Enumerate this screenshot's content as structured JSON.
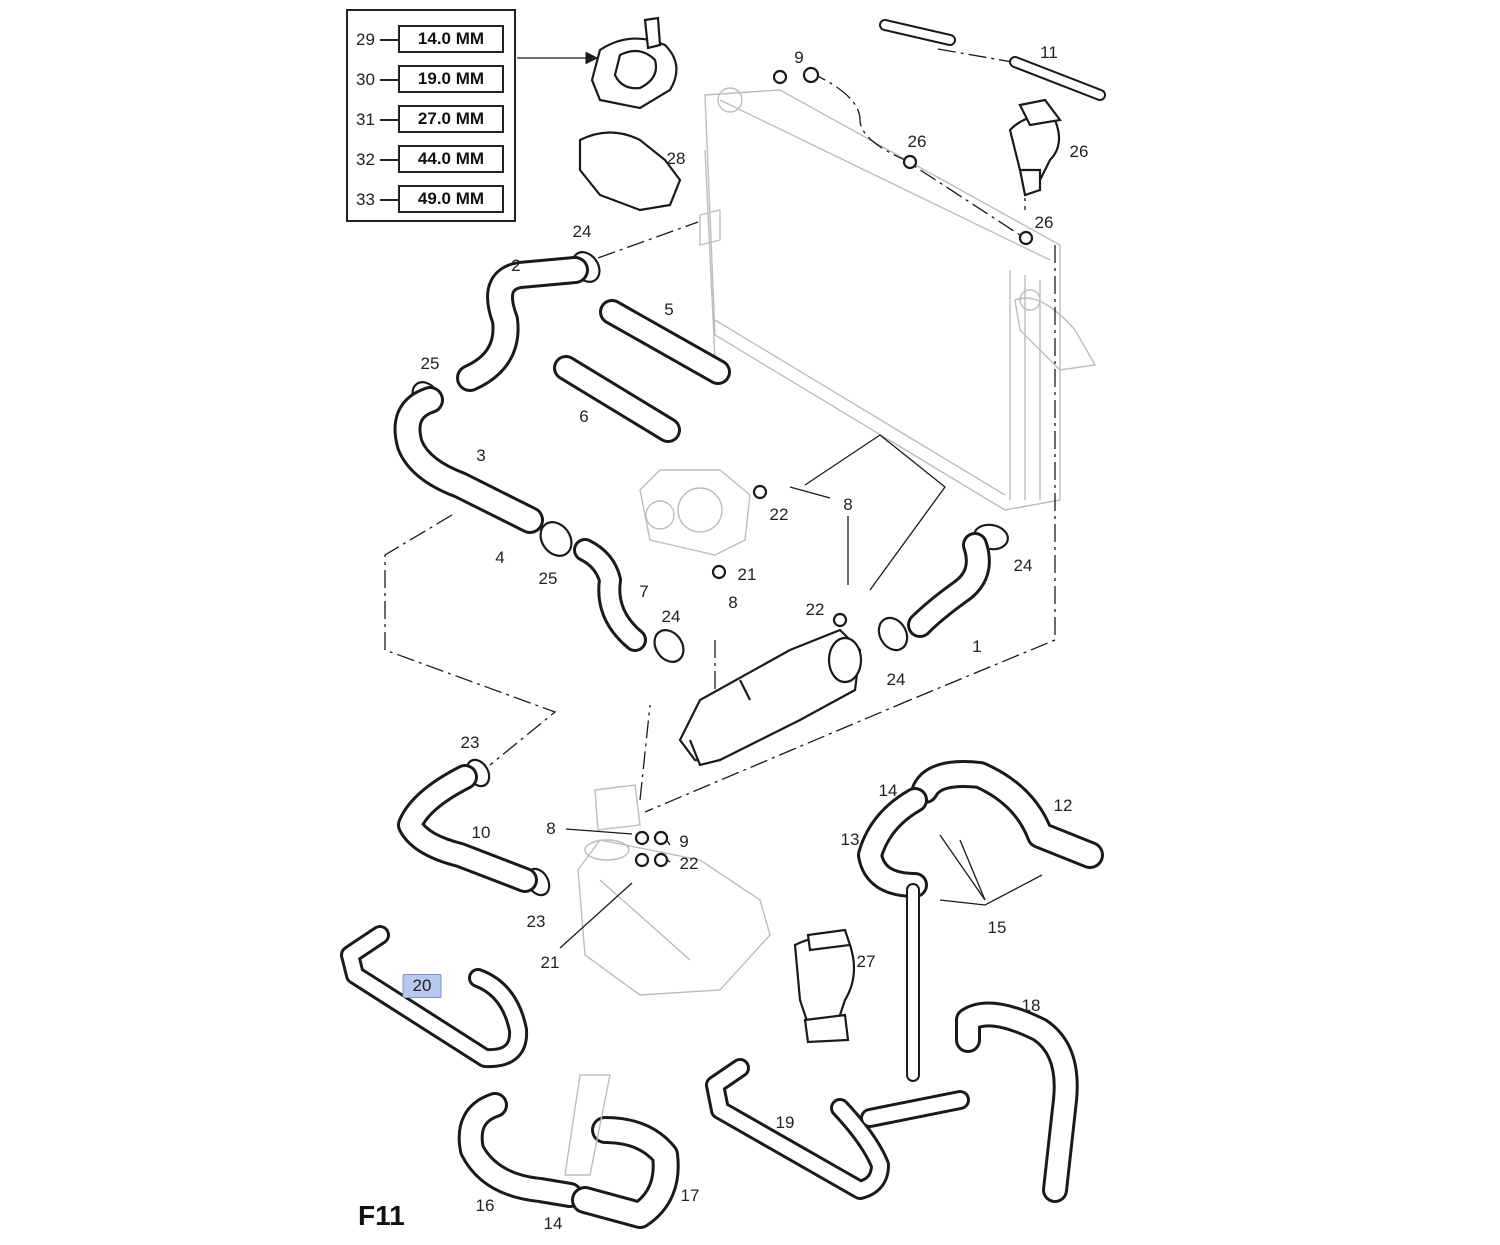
{
  "figure": {
    "id": "F11"
  },
  "legend": {
    "items": [
      {
        "num": "29",
        "size": "14.0 MM"
      },
      {
        "num": "30",
        "size": "19.0 MM"
      },
      {
        "num": "31",
        "size": "27.0 MM"
      },
      {
        "num": "32",
        "size": "44.0 MM"
      },
      {
        "num": "33",
        "size": "49.0 MM"
      }
    ]
  },
  "callouts": {
    "c1": "1",
    "c2": "2",
    "c3": "3",
    "c4": "4",
    "c5": "5",
    "c6": "6",
    "c7": "7",
    "c8a": "8",
    "c8b": "8",
    "c8c": "8",
    "c9a": "9",
    "c9b": "9",
    "c10": "10",
    "c11": "11",
    "c12": "12",
    "c13": "13",
    "c14a": "14",
    "c14b": "14",
    "c15": "15",
    "c16": "16",
    "c17": "17",
    "c18": "18",
    "c19": "19",
    "c20": "20",
    "c21a": "21",
    "c21b": "21",
    "c22a": "22",
    "c22b": "22",
    "c22c": "22",
    "c23a": "23",
    "c23b": "23",
    "c24a": "24",
    "c24b": "24",
    "c24c": "24",
    "c24d": "24",
    "c25a": "25",
    "c25b": "25",
    "c26a": "26",
    "c26b": "26",
    "c26c": "26",
    "c27": "27",
    "c28": "28"
  },
  "selected_callout": "20",
  "colors": {
    "ink": "#1a1a1a",
    "ghost": "#bdbdbd",
    "highlight": "#b9c8ee"
  }
}
